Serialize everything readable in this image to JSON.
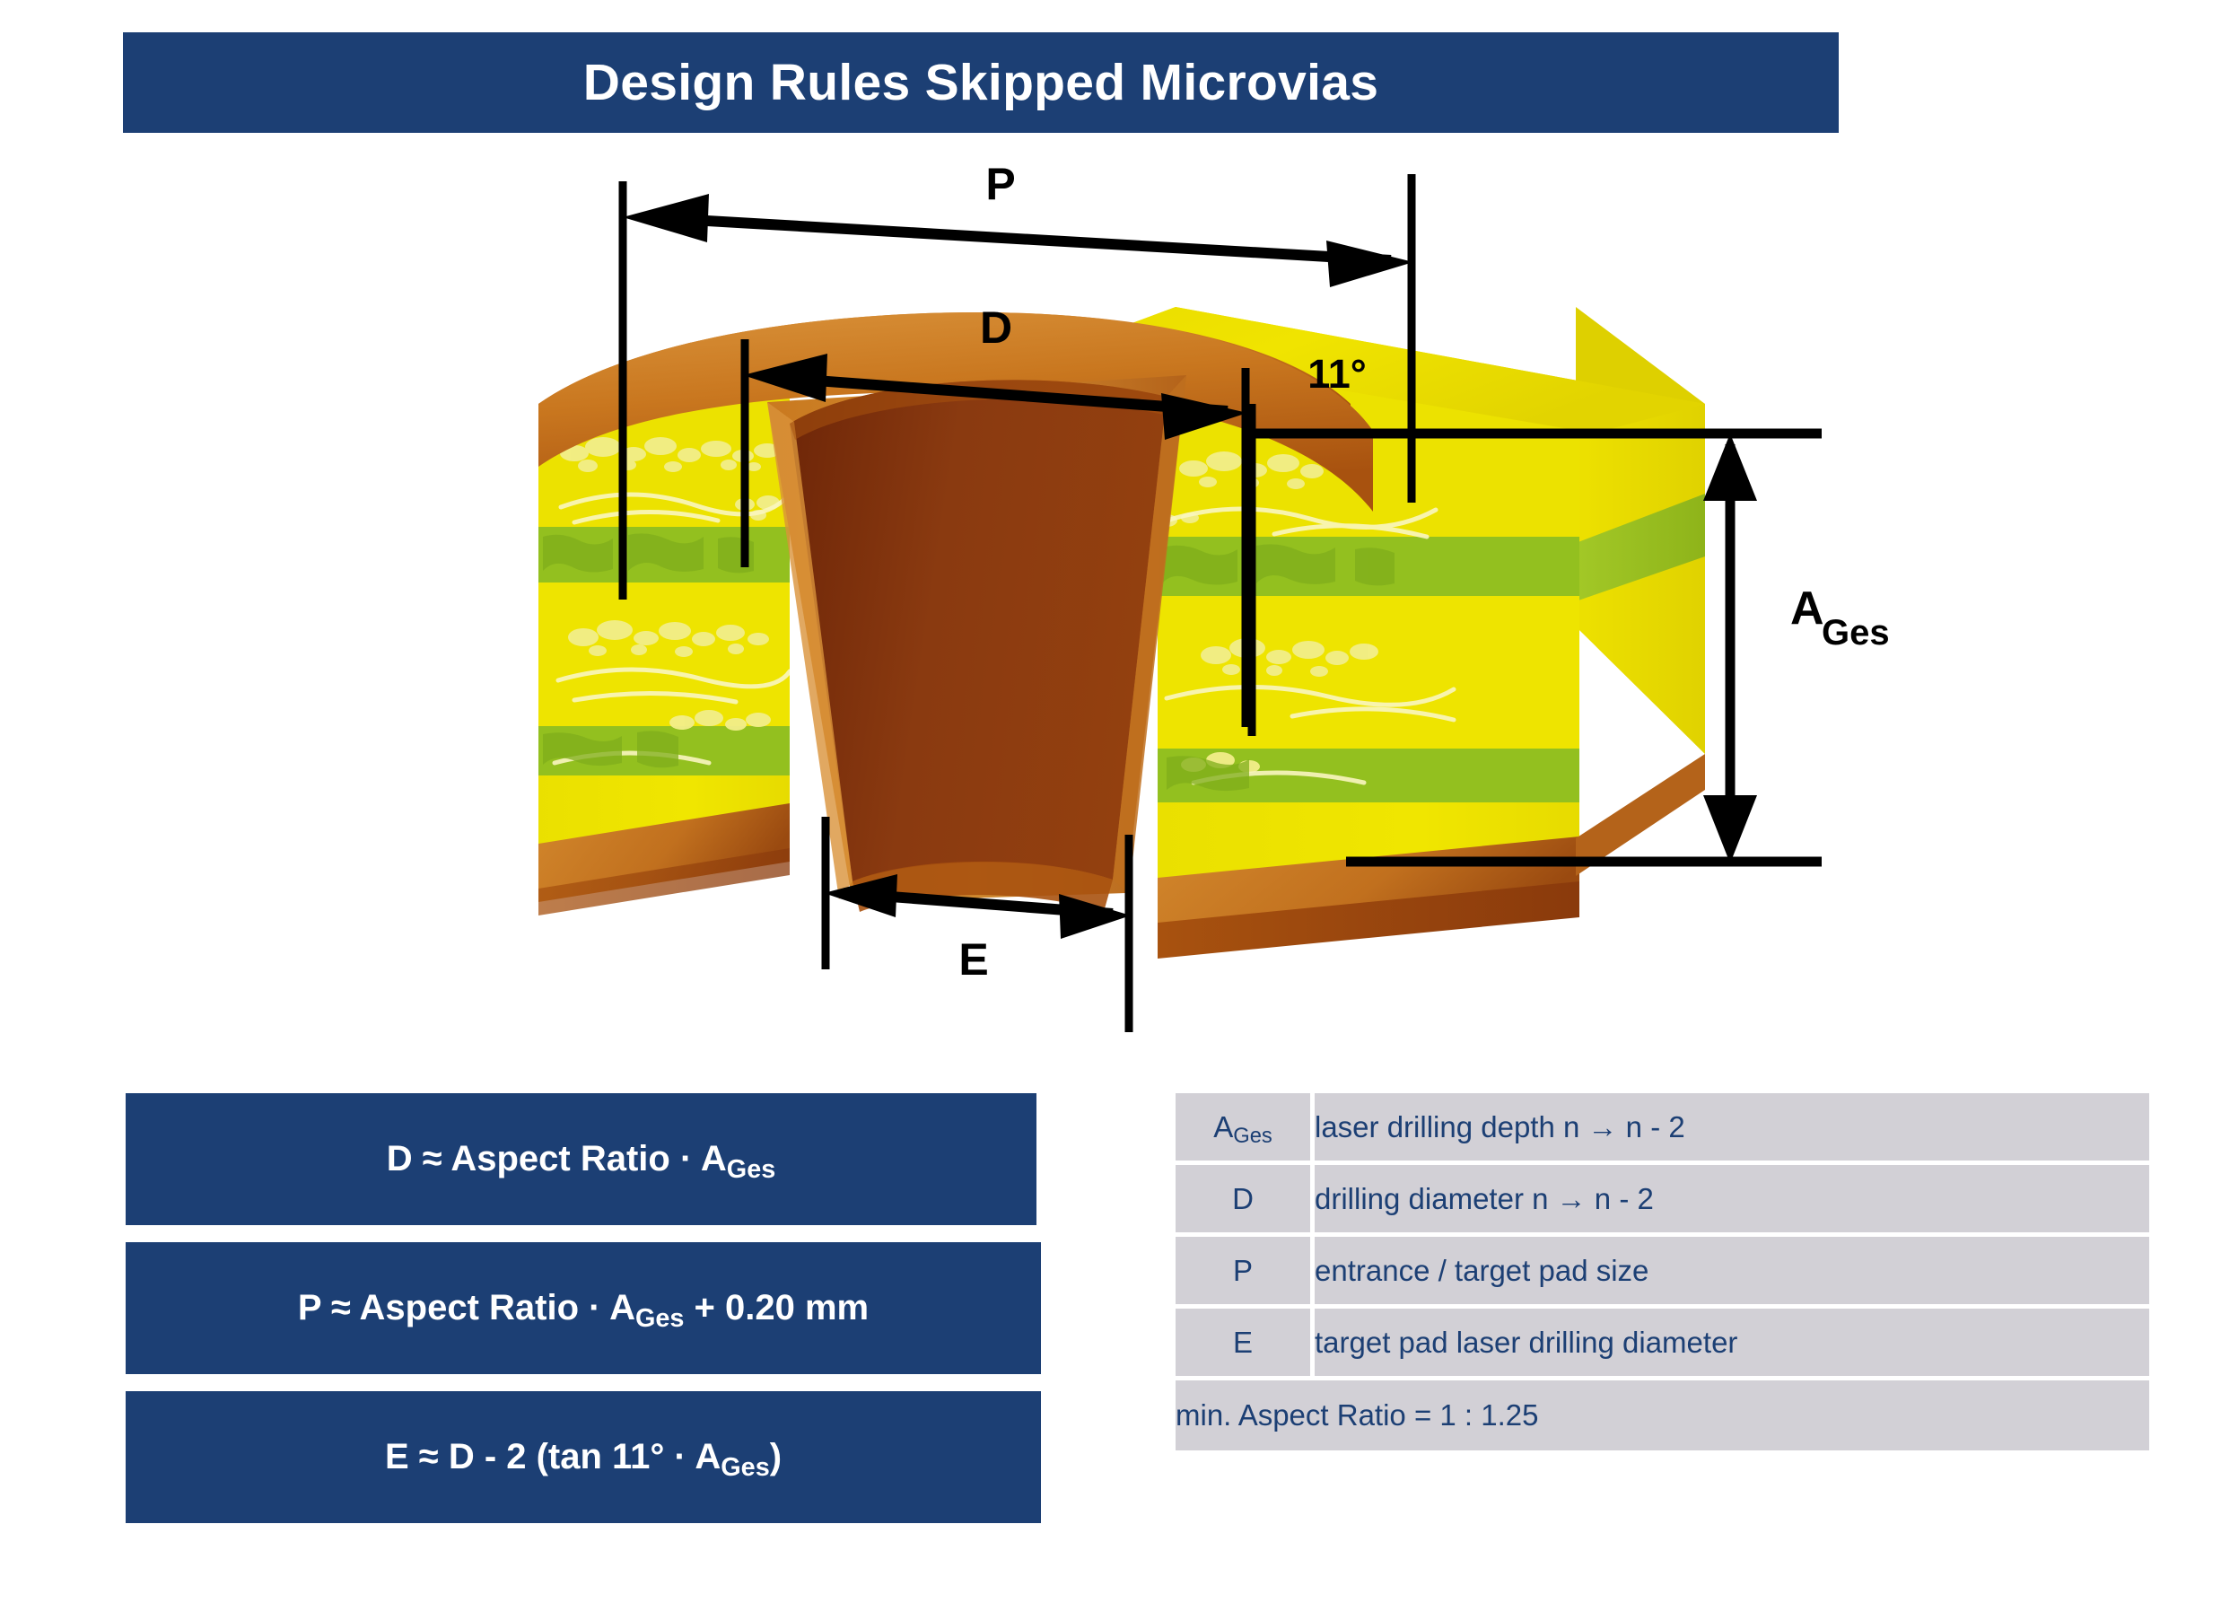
{
  "header": {
    "title": "Design Rules Skipped Microvias",
    "bar_color": "#1C3F74"
  },
  "diagram": {
    "name": "skipped-microvia-cross-section",
    "labels": {
      "pitch": "P",
      "drill_diameter": "D",
      "angle": "11°",
      "total_depth_base": "A",
      "total_depth_sub": "Ges",
      "target_pad_diameter": "E"
    },
    "colors": {
      "dielectric_yellow": "#E8DC00",
      "dielectric_yellow_light": "#EFE400",
      "dielectric_yellow_top": "#F2E800",
      "core_green": "#93C01F",
      "core_green_dark": "#7FAE1B",
      "glass_bead": "#F2EE8A",
      "copper_light": "#D3862B",
      "copper_mid": "#C0701F",
      "copper_dark": "#8E3A12",
      "copper_hole": "#7E2F0D",
      "dimension_line": "#000000"
    }
  },
  "formulas": [
    {
      "id": "formula-d",
      "prefix": "D ≈ Aspect Ratio · A",
      "sub": "Ges",
      "suffix": ""
    },
    {
      "id": "formula-p",
      "prefix": "P ≈ Aspect Ratio · A",
      "sub": "Ges",
      "suffix": " + 0.20 mm"
    },
    {
      "id": "formula-e",
      "prefix": "E ≈ D - 2 (tan 11° · A",
      "sub": "Ges",
      "suffix": ")"
    }
  ],
  "legend": {
    "rows": [
      {
        "symbol_base": "A",
        "symbol_sub": "Ges",
        "description": "laser drilling depth n → n - 2"
      },
      {
        "symbol_base": "D",
        "symbol_sub": "",
        "description": "drilling diameter n → n - 2"
      },
      {
        "symbol_base": "P",
        "symbol_sub": "",
        "description": "entrance / target pad size"
      },
      {
        "symbol_base": "E",
        "symbol_sub": "",
        "description": "target pad laser drilling diameter"
      }
    ],
    "footer": "min. Aspect Ratio = 1 : 1.25"
  }
}
